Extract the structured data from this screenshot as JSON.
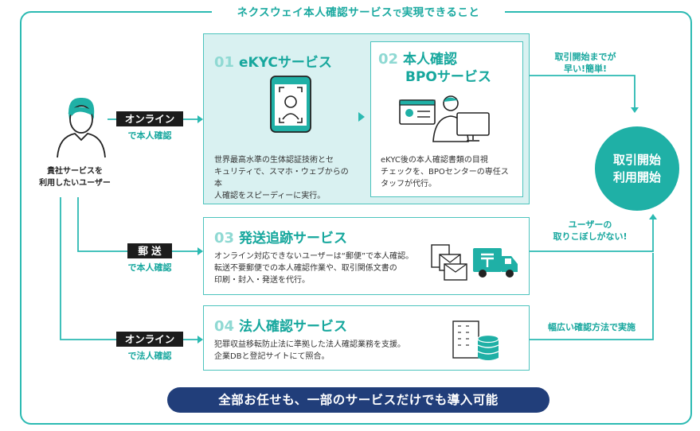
{
  "frame_title": {
    "main": "ネクスウェイ本人確認サービス",
    "small": "で",
    "rest": "実現できること"
  },
  "user_label": [
    "貴社サービスを",
    "利用したいユーザー"
  ],
  "routes": [
    {
      "tag": "オンライン",
      "sub": "で本人確認"
    },
    {
      "tag": "郵 送",
      "sub": "で本人確認"
    },
    {
      "tag": "オンライン",
      "sub": "で法人確認"
    }
  ],
  "services": [
    {
      "num": "01",
      "title": "eKYCサービス",
      "desc": [
        "世界最高水準の生体認証技術とセ",
        "キュリティで、スマホ・ウェブからの本",
        "人確認をスピーディーに実行。"
      ]
    },
    {
      "num": "02",
      "title_line1": "本人確認",
      "title_line2": "BPOサービス",
      "desc": [
        "eKYC後の本人確認書類の目視",
        "チェックを、BPOセンターの専任ス",
        "タッフが代行。"
      ]
    },
    {
      "num": "03",
      "title": "発送追跡サービス",
      "desc": [
        "オンライン対応できないユーザーは“郵便”で本人確認。",
        "転送不要郵便での本人確認作業や、取引関係文書の",
        "印刷・封入・発送を代行。"
      ]
    },
    {
      "num": "04",
      "title": "法人確認サービス",
      "desc": [
        "犯罪収益移転防止法に準拠した法人確認業務を支援。",
        "企業DBと登記サイトにて照合。"
      ]
    }
  ],
  "side_notes": [
    [
      "取引開始までが",
      "早い!簡単!"
    ],
    [
      "ユーザーの",
      "取りこぼしがない!"
    ],
    [
      "幅広い確認方法で実施"
    ]
  ],
  "goal": [
    "取引開始",
    "利用開始"
  ],
  "banner": "全部お任せも、一部のサービスだけでも導入可能",
  "colors": {
    "teal": "#1fb0a6",
    "light_teal": "#d9f1f1",
    "navy": "#213e7a"
  },
  "icons": [
    "person-icon",
    "smartphone-face-icon",
    "id-card-operator-icon",
    "mail-icon",
    "truck-icon",
    "building-icon",
    "database-icon"
  ]
}
